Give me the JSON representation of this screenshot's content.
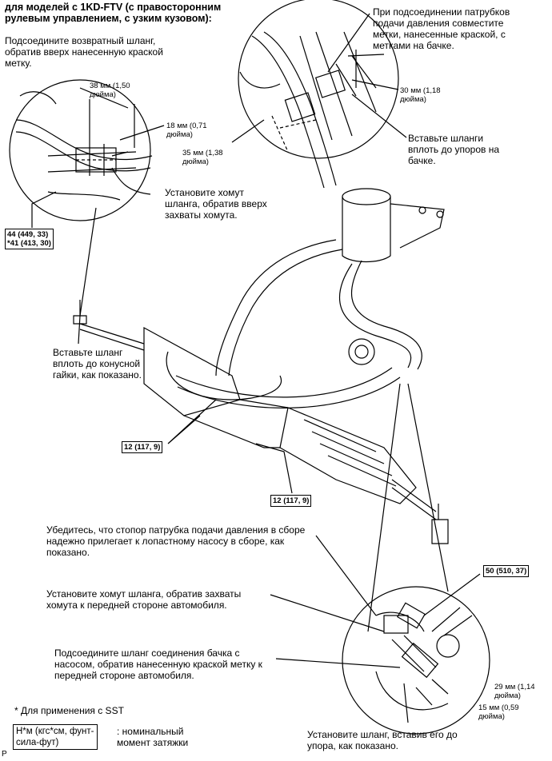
{
  "header": {
    "title": "для моделей с 1KD-FTV (с правосторонним\nрулевым управлением, с узким кузовом):"
  },
  "callouts": {
    "return_hose": "Подсоедините возвратный шланг,\nобратив вверх нанесенную краской\nметку.",
    "pressure_hose_marks": "При подсоединении патрубков\nподачи давления совместите\nметки, нанесенные краской, с\nметками на бачке.",
    "insert_hoses_tank": "Вставьте шланги\nвплоть до упоров на\nбачке.",
    "install_clamp_up": "Установите хомут\nшланга, обратив вверх\nзахваты хомута.",
    "insert_hose_cone": "Вставьте шланг\nвплоть до конусной\nгайки, как показано.",
    "ensure_stopper": "Убедитесь, что стопор патрубка подачи давления в сборе\nнадежно прилегает к лопастному насосу в сборе, как\nпоказано.",
    "clamp_front": "Установите хомут шланга, обратив захваты\nхомута к передней стороне автомобиля.",
    "connect_tank_hose": "Подсоедините шланг соединения бачка с\nнасосом, обратив нанесенную краской метку к\nпередней стороне автомобиля.",
    "insert_hose_stop": "Установите шланг, вставив его до\nупора, как показано."
  },
  "dimensions": {
    "d38": "38 мм (1,50\nдюйма)",
    "d18": "18 мм (0,71\nдюйма)",
    "d35": "35 мм (1,38\nдюйма)",
    "d30": "30 мм (1,18\nдюйма)",
    "d29": "29 мм (1,14\nдюйма)",
    "d15": "15 мм (0,59\nдюйма)"
  },
  "torques": {
    "t44": "44 (449, 33)\n*41 (413, 30)",
    "t12a": "12 (117, 9)",
    "t12b": "12 (117, 9)",
    "t50": "50 (510, 37)"
  },
  "legend": {
    "sst_note": "* Для применения с SST",
    "unit_box": "Н*м (кгс*см, фунт-\nсила-фут)",
    "unit_desc": ": номинальный\nмомент затяжки"
  },
  "corner_mark": "P"
}
